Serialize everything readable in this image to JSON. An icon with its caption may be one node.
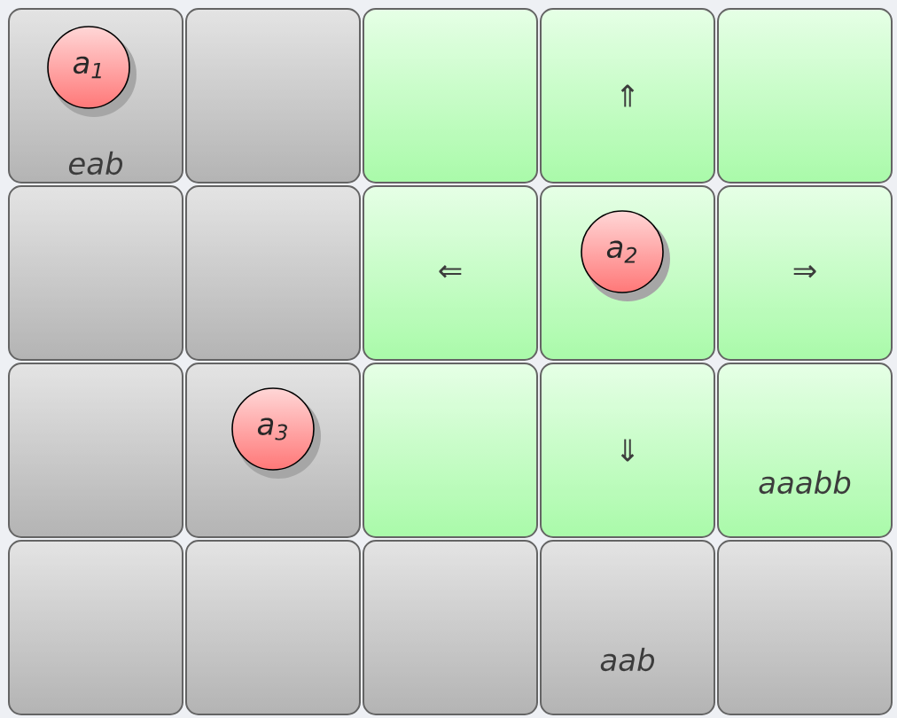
{
  "diagram": {
    "nodes": [
      {
        "text": [
          "eab"
        ]
      },
      {
        "text": [],
        "shape": "box"
      },
      {
        "text": [],
        "shape": "box"
      },
      {
        "text": [
          "⇑"
        ]
      },
      {
        "text": [],
        "shape": "box"
      },
      {
        "text": [],
        "shape": "box"
      },
      {
        "text": [],
        "shape": "box"
      },
      {
        "text": [
          "⇐"
        ]
      },
      {
        "text": [],
        "shape": "box"
      },
      {
        "text": [
          "⇒"
        ]
      },
      {
        "text": [],
        "shape": "box"
      },
      {
        "text": [],
        "shape": "box"
      },
      {
        "text": [],
        "shape": "box"
      },
      {
        "text": [
          "⇓"
        ]
      },
      {
        "text": [
          "aaabb"
        ]
      },
      {
        "text": [],
        "shape": "box"
      },
      {
        "text": [],
        "shape": "box"
      },
      {
        "text": [],
        "shape": "box"
      },
      {
        "text": [
          "aab"
        ]
      },
      {
        "text": [],
        "shape": "box"
      },
      {
        "text": [
          "a$_{1}$"
        ],
        "in": 0
      },
      {
        "text": [
          "a$_{2}$"
        ],
        "in": 8
      },
      {
        "text": [
          "a$_{3}$"
        ],
        "in": 11
      }
    ]
  }
}
